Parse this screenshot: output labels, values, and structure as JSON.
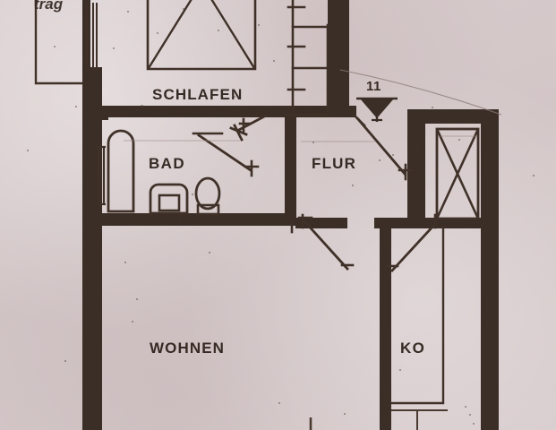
{
  "document": {
    "type": "architectural-floor-plan",
    "medium": "photocopied paper scan",
    "language": "German",
    "paper_color": "#d6cacb",
    "ink_color": "#3a2e26"
  },
  "rooms": [
    {
      "key": "schlafen",
      "label": "SCHLAFEN",
      "meaning": "bedroom"
    },
    {
      "key": "bad",
      "label": "BAD",
      "meaning": "bathroom"
    },
    {
      "key": "flur",
      "label": "FLUR",
      "meaning": "hallway"
    },
    {
      "key": "wohnen",
      "label": "WOHNEN",
      "meaning": "living room"
    },
    {
      "key": "ko",
      "label": "KO",
      "meaning": "kitchen"
    }
  ],
  "annotations": {
    "unit_number": "11",
    "entry_marker": "filled-triangle",
    "top_left_text": "trag"
  },
  "fixtures": [
    {
      "name": "bathtub",
      "room": "bad"
    },
    {
      "name": "washbasin",
      "room": "bad"
    },
    {
      "name": "toilet",
      "room": "bad"
    },
    {
      "name": "staircase",
      "room": "stairwell"
    },
    {
      "name": "shaft",
      "room": "flur"
    }
  ],
  "colors": {
    "paper": "#d6cacb",
    "wall": "#3a2e26",
    "line": "#4a3a30"
  }
}
